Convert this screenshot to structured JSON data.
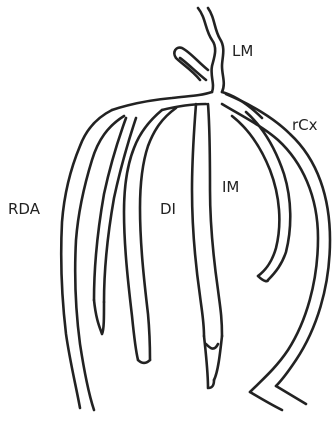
{
  "diagram": {
    "labels": {
      "lm": "LM",
      "rcx": "rCx",
      "rda": "RDA",
      "di": "DI",
      "im": "IM"
    }
  },
  "colors": {
    "ink": "#222222",
    "background": "#ffffff"
  }
}
